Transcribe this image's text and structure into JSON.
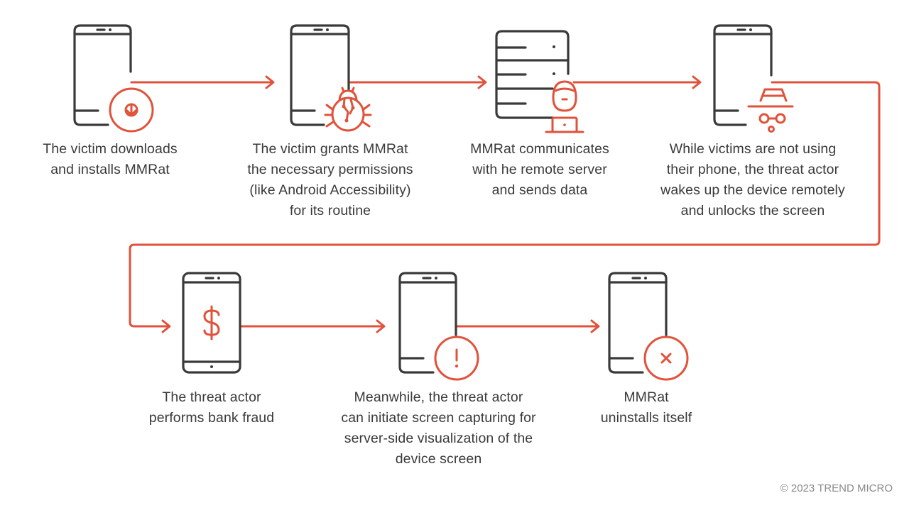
{
  "steps": [
    {
      "id": 1,
      "caption": "The victim downloads\nand installs MMRat",
      "icon": "download-icon"
    },
    {
      "id": 2,
      "caption": "The victim grants MMRat\nthe necessary permissions\n(like Android Accessibility)\nfor its routine",
      "icon": "bug-icon"
    },
    {
      "id": 3,
      "caption": "MMRat communicates\nwith  he remote server\nand sends data",
      "icon": "hacker-icon"
    },
    {
      "id": 4,
      "caption": "While victims are not using\ntheir phone, the threat actor\nwakes up the device remotely\nand unlocks the screen",
      "icon": "spy-icon"
    },
    {
      "id": 5,
      "caption": "The threat actor\nperforms bank fraud",
      "icon": "dollar-icon"
    },
    {
      "id": 6,
      "caption": "Meanwhile, the threat actor\ncan initiate screen capturing for\nserver-side visualization of the\ndevice screen",
      "icon": "alert-icon"
    },
    {
      "id": 7,
      "caption": "MMRat\nuninstalls itself",
      "icon": "x-circle-icon"
    }
  ],
  "copyright": "© 2023 TREND MICRO",
  "colors": {
    "accent": "#e0523b",
    "outline": "#3a3a3a"
  }
}
